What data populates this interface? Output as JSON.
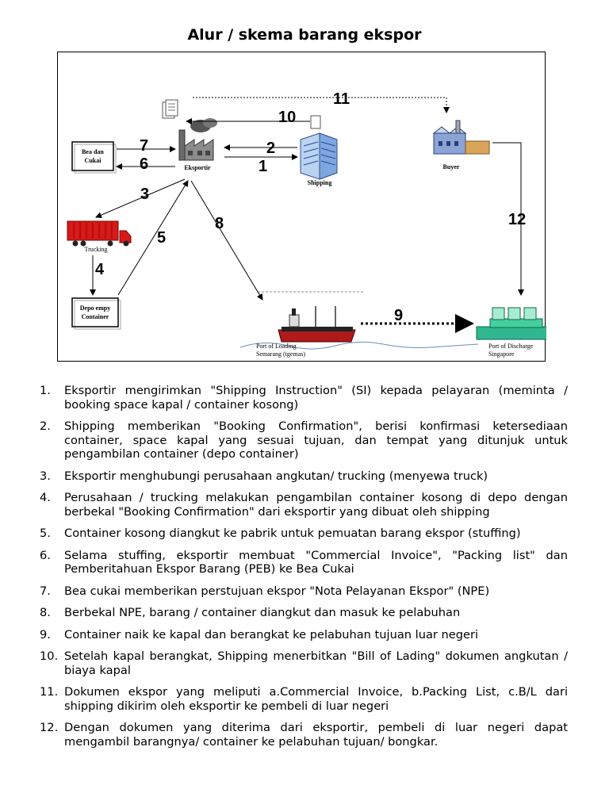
{
  "title": "Alur / skema barang ekspor",
  "diagram": {
    "nodes": {
      "bea_cukai": "Bea dan Cukai",
      "eksportir": "Eksportir",
      "shipping": "Shipping",
      "buyer": "Buyer",
      "trucking": "Trucking",
      "depo": "Depo empy Container",
      "port_loading_1": "Port of Loading",
      "port_loading_2": "Semarang (tgemas)",
      "port_discharge_1": "Port of Discharge",
      "port_discharge_2": "Singapore"
    },
    "arrow_numbers": [
      "1",
      "2",
      "3",
      "4",
      "5",
      "6",
      "7",
      "8",
      "9",
      "10",
      "11",
      "12"
    ]
  },
  "steps": [
    {
      "num": "1.",
      "text": "Eksportir mengirimkan \"Shipping Instruction\" (SI) kepada pelayaran (meminta / booking space kapal / container kosong)"
    },
    {
      "num": "2.",
      "text": "Shipping memberikan \"Booking Confirmation\", berisi konfirmasi ketersediaan container, space kapal yang sesuai tujuan, dan tempat yang ditunjuk untuk pengambilan container (depo container)"
    },
    {
      "num": "3.",
      "text": "Eksportir menghubungi perusahaan angkutan/ trucking (menyewa truck)"
    },
    {
      "num": "4.",
      "text": "Perusahaan / trucking melakukan pengambilan container kosong di depo dengan berbekal \"Booking Confirmation\" dari eksportir yang dibuat oleh shipping"
    },
    {
      "num": "5.",
      "text": "Container kosong diangkut ke pabrik untuk pemuatan barang ekspor (stuffing)"
    },
    {
      "num": "6.",
      "text": "Selama stuffing, eksportir membuat \"Commercial Invoice\", \"Packing list\" dan Pemberitahuan Ekspor Barang (PEB) ke Bea Cukai"
    },
    {
      "num": "7.",
      "text": "Bea cukai memberikan perstujuan ekspor \"Nota Pelayanan Ekspor\" (NPE)"
    },
    {
      "num": "8.",
      "text": "Berbekal NPE, barang / container diangkut dan masuk ke pelabuhan"
    },
    {
      "num": "9.",
      "text": "Container naik ke kapal dan berangkat ke pelabuhan tujuan luar negeri"
    },
    {
      "num": "10.",
      "text": "Setelah kapal berangkat, Shipping menerbitkan \"Bill of Lading\" dokumen angkutan / biaya kapal"
    },
    {
      "num": "11.",
      "text": "Dokumen ekspor yang meliputi a.Commercial Invoice, b.Packing List, c.B/L dari shipping dikirim oleh eksportir ke pembeli di luar negeri"
    },
    {
      "num": "12.",
      "text": "Dengan dokumen yang diterima dari eksportir, pembeli di luar negeri dapat mengambil barangnya/ container ke pelabuhan tujuan/ bongkar."
    }
  ]
}
